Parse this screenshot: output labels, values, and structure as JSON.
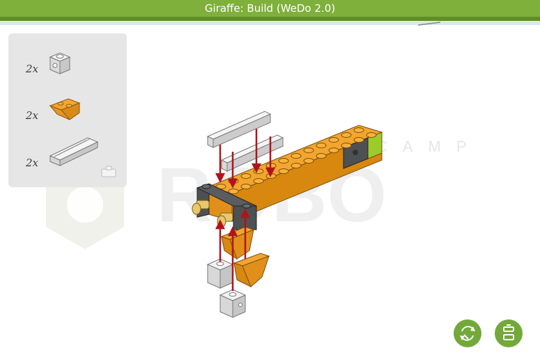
{
  "title": "Giraffe: Build (WeDo 2.0)",
  "parts": [
    {
      "qty": "2x",
      "icon": "brick-1x1-with-hole"
    },
    {
      "qty": "2x",
      "icon": "inverted-slope-brick"
    },
    {
      "qty": "2x",
      "icon": "gear-rack"
    }
  ],
  "watermark_text": "ROBO",
  "watermark_small": "CAMP",
  "colors": {
    "accent": "#73a83a",
    "titlebar": "#7fb03b",
    "brick": "#f0a020",
    "dark_grey": "#4e5153"
  },
  "buttons": {
    "rotate": "rotate-view-icon",
    "parts": "parts-list-icon"
  }
}
